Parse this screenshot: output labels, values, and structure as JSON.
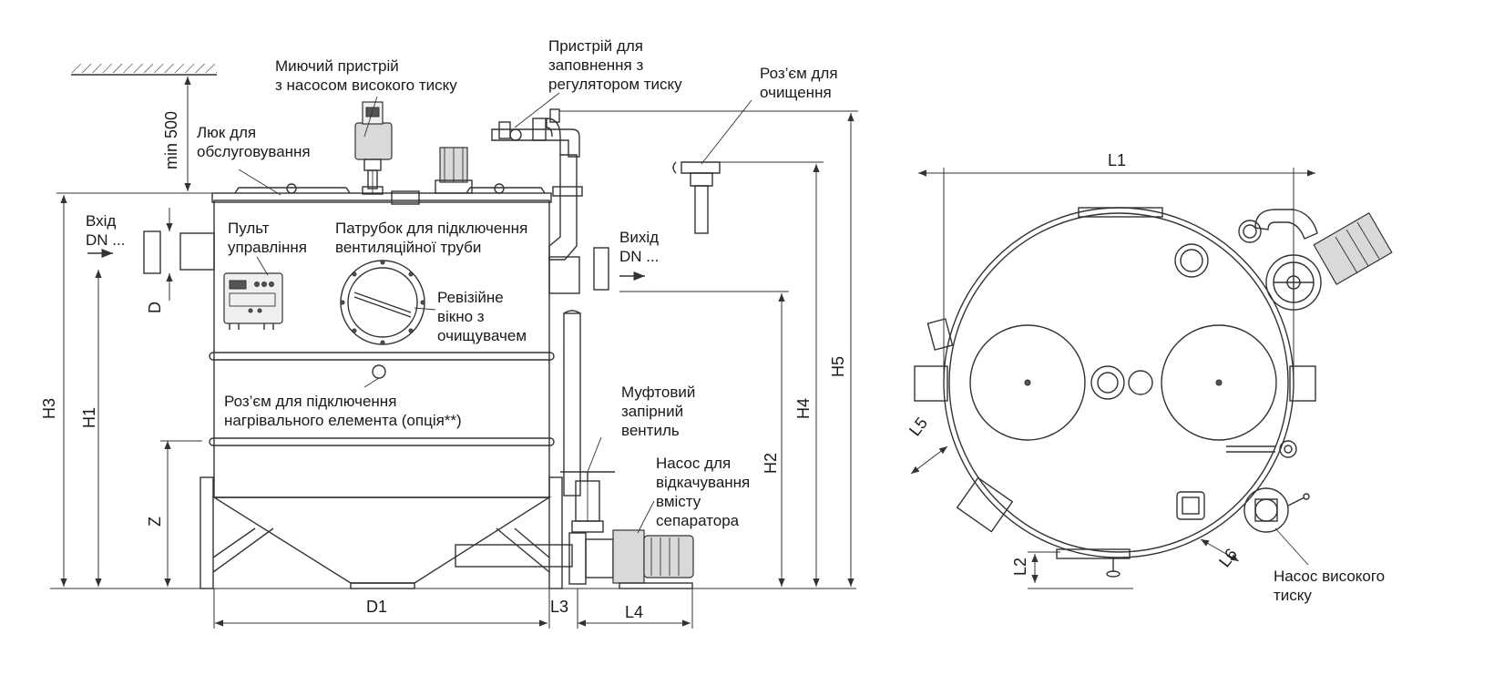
{
  "labels": {
    "washer": [
      "Миючий пристрій",
      "з насосом високого тиску"
    ],
    "filler": [
      "Пристрій для",
      "заповнення з",
      "регулятором тиску"
    ],
    "cleaning_connector": [
      "Роз’єм для",
      "очищення"
    ],
    "hatch": [
      "Люк для",
      "обслуговування"
    ],
    "control_panel": [
      "Пульт",
      "управління"
    ],
    "vent_pipe": [
      "Патрубок для підключення",
      "вентиляційної труби"
    ],
    "inlet": [
      "Вхід",
      "DN ..."
    ],
    "outlet": [
      "Вихід",
      "DN ..."
    ],
    "inspection_window": [
      "Ревізійне",
      "вікно з",
      "очищувачем"
    ],
    "heater_connector": [
      "Роз’єм для підключення",
      "нагрівального елемента (опція**)"
    ],
    "gate_valve": [
      "Муфтовий",
      "запірний",
      "вентиль"
    ],
    "drain_pump": [
      "Насос для",
      "відкачування",
      "вмісту",
      "сепаратора"
    ],
    "hp_pump": [
      "Насос високого",
      "тиску"
    ]
  },
  "dimensions": {
    "min500": "min 500",
    "D": "D",
    "H1": "H1",
    "H2": "H2",
    "H3": "H3",
    "H4": "H4",
    "H5": "H5",
    "Z": "Z",
    "D1": "D1",
    "L1": "L1",
    "L2": "L2",
    "L3": "L3",
    "L4": "L4",
    "L5": "L5",
    "L6": "L6"
  },
  "colors": {
    "line": "#333333",
    "fill": "#d9d9d9",
    "text": "#1a1a1a"
  }
}
